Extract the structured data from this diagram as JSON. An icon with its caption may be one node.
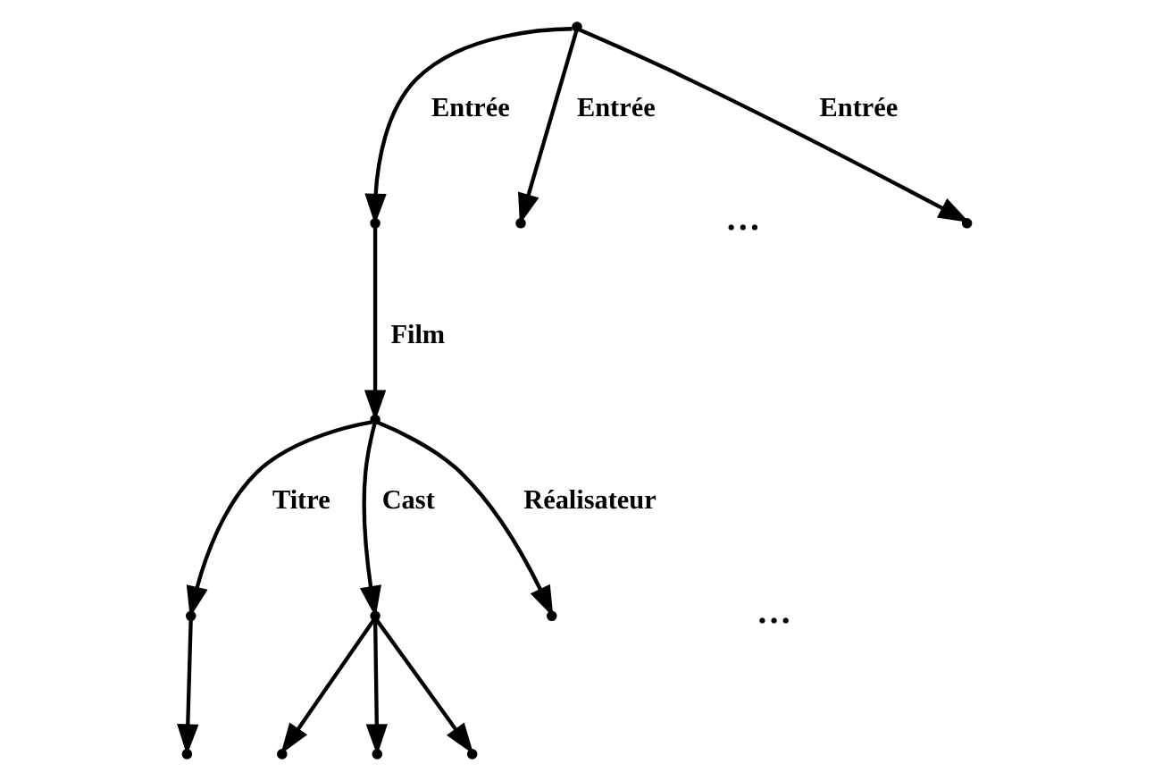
{
  "diagram": {
    "nodes": [
      {
        "text": [],
        "shape": "point"
      },
      {
        "text": [],
        "shape": "point"
      },
      {
        "text": [],
        "shape": "point"
      },
      {
        "text": [],
        "shape": "point"
      },
      {
        "text": [],
        "shape": "point"
      },
      {
        "text": [],
        "shape": "point"
      },
      {
        "text": [],
        "shape": "point"
      },
      {
        "text": [],
        "shape": "point"
      },
      {
        "text": [],
        "shape": "point"
      },
      {
        "text": [],
        "shape": "point"
      },
      {
        "text": [],
        "shape": "point"
      },
      {
        "text": [],
        "shape": "point"
      }
    ],
    "edges": [
      {
        "from": 0,
        "to": 1,
        "arrow": "to",
        "label": "Entrée"
      },
      {
        "from": 0,
        "to": 2,
        "arrow": "to",
        "label": "Entrée"
      },
      {
        "from": 0,
        "to": 3,
        "arrow": "to",
        "label": "Entrée"
      },
      {
        "from": 1,
        "to": 4,
        "arrow": "to",
        "label": "Film"
      },
      {
        "from": 4,
        "to": 5,
        "arrow": "to",
        "label": "Titre"
      },
      {
        "from": 4,
        "to": 6,
        "arrow": "to",
        "label": "Cast"
      },
      {
        "from": 4,
        "to": 7,
        "arrow": "to",
        "label": "Réalisateur"
      },
      {
        "from": 5,
        "to": 8,
        "arrow": "to"
      },
      {
        "from": 6,
        "to": 9,
        "arrow": "to"
      },
      {
        "from": 6,
        "to": 10,
        "arrow": "to"
      },
      {
        "from": 6,
        "to": 11,
        "arrow": "to"
      }
    ],
    "labels": [
      "…",
      "…"
    ]
  }
}
